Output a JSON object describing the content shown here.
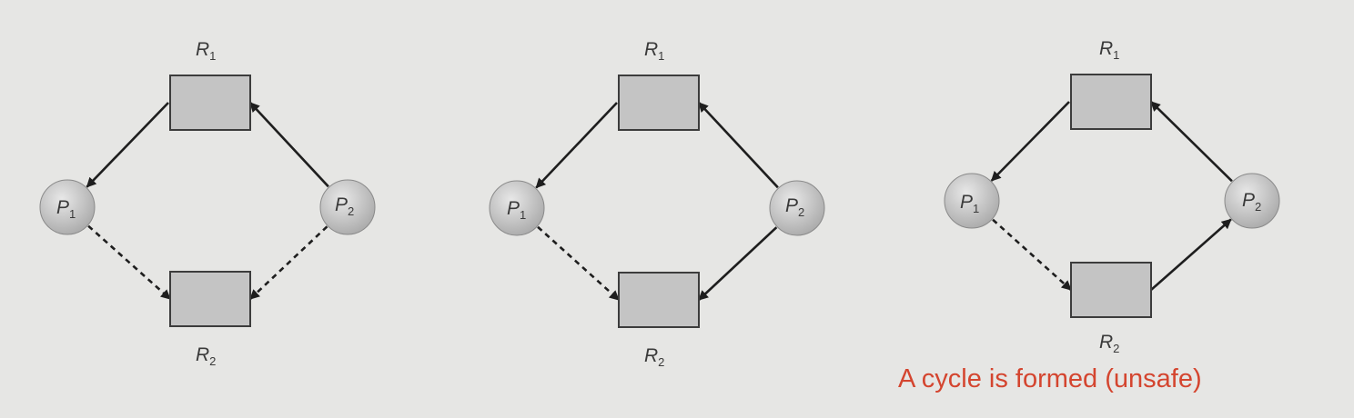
{
  "panels": [
    {
      "r1": {
        "letter": "R",
        "sub": "1"
      },
      "r2": {
        "letter": "R",
        "sub": "2"
      },
      "p1": {
        "letter": "P",
        "sub": "1"
      },
      "p2": {
        "letter": "P",
        "sub": "2"
      },
      "edges": [
        {
          "from": "R1",
          "to": "P1",
          "kind": "assignment",
          "style": "solid"
        },
        {
          "from": "P2",
          "to": "R1",
          "kind": "request",
          "style": "solid"
        },
        {
          "from": "P1",
          "to": "R2",
          "kind": "claim",
          "style": "dashed"
        },
        {
          "from": "P2",
          "to": "R2",
          "kind": "claim",
          "style": "dashed"
        }
      ]
    },
    {
      "r1": {
        "letter": "R",
        "sub": "1"
      },
      "r2": {
        "letter": "R",
        "sub": "2"
      },
      "p1": {
        "letter": "P",
        "sub": "1"
      },
      "p2": {
        "letter": "P",
        "sub": "2"
      },
      "edges": [
        {
          "from": "R1",
          "to": "P1",
          "kind": "assignment",
          "style": "solid"
        },
        {
          "from": "P2",
          "to": "R1",
          "kind": "request",
          "style": "solid"
        },
        {
          "from": "P1",
          "to": "R2",
          "kind": "claim",
          "style": "dashed"
        },
        {
          "from": "P2",
          "to": "R2",
          "kind": "request",
          "style": "solid"
        }
      ]
    },
    {
      "r1": {
        "letter": "R",
        "sub": "1"
      },
      "r2": {
        "letter": "R",
        "sub": "2"
      },
      "p1": {
        "letter": "P",
        "sub": "1"
      },
      "p2": {
        "letter": "P",
        "sub": "2"
      },
      "edges": [
        {
          "from": "R1",
          "to": "P1",
          "kind": "assignment",
          "style": "solid"
        },
        {
          "from": "P2",
          "to": "R1",
          "kind": "request",
          "style": "solid"
        },
        {
          "from": "P1",
          "to": "R2",
          "kind": "claim",
          "style": "dashed"
        },
        {
          "from": "R2",
          "to": "P2",
          "kind": "assignment",
          "style": "solid"
        }
      ],
      "caption": "A cycle is formed (unsafe)"
    }
  ],
  "colors": {
    "background": "#e6e6e4",
    "node_fill": "#c4c4c4",
    "stroke": "#1e1e1e",
    "caption": "#d4452f"
  }
}
